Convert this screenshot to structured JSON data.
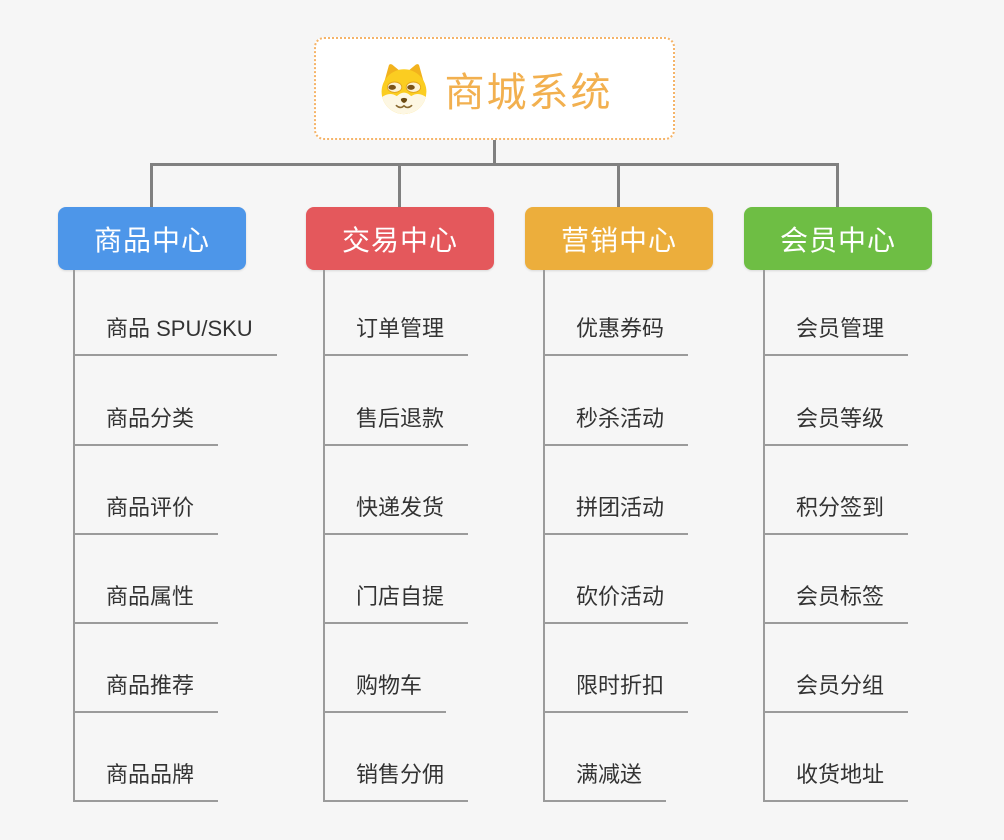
{
  "root": {
    "title": "商城系统",
    "icon": "shiba-dog-icon"
  },
  "branches": [
    {
      "label": "商品中心",
      "color": "#4D96E9",
      "children": [
        "商品 SPU/SKU",
        "商品分类",
        "商品评价",
        "商品属性",
        "商品推荐",
        "商品品牌"
      ]
    },
    {
      "label": "交易中心",
      "color": "#E4585C",
      "children": [
        "订单管理",
        "售后退款",
        "快递发货",
        "门店自提",
        "购物车",
        "销售分佣"
      ]
    },
    {
      "label": "营销中心",
      "color": "#ECAE3C",
      "children": [
        "优惠券码",
        "秒杀活动",
        "拼团活动",
        "砍价活动",
        "限时折扣",
        "满减送"
      ]
    },
    {
      "label": "会员中心",
      "color": "#6EBE44",
      "children": [
        "会员管理",
        "会员等级",
        "积分签到",
        "会员标签",
        "会员分组",
        "收货地址"
      ]
    }
  ],
  "palette": {
    "background": "#F6F6F6",
    "root_border": "#F5B469",
    "root_text": "#F2B04F",
    "connector_line": "#808080",
    "spine_line": "#9B9B9B",
    "child_text": "#333333"
  }
}
